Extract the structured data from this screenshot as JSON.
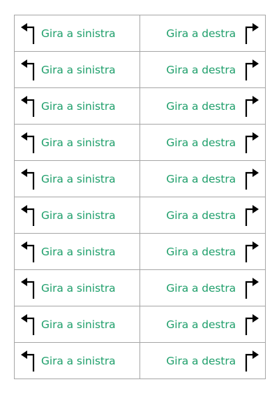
{
  "rows": [
    {
      "left": "Gira a sinistra",
      "right": "Gira a destra"
    },
    {
      "left": "Gira a sinistra",
      "right": "Gira a destra"
    },
    {
      "left": "Gira a sinistra",
      "right": "Gira a destra"
    },
    {
      "left": "Gira a sinistra",
      "right": "Gira a destra"
    },
    {
      "left": "Gira a sinistra",
      "right": "Gira a destra"
    },
    {
      "left": "Gira a sinistra",
      "right": "Gira a destra"
    },
    {
      "left": "Gira a sinistra",
      "right": "Gira a destra"
    },
    {
      "left": "Gira a sinistra",
      "right": "Gira a destra"
    },
    {
      "left": "Gira a sinistra",
      "right": "Gira a destra"
    },
    {
      "left": "Gira a sinistra",
      "right": "Gira a destra"
    }
  ],
  "icons": {
    "left": "turn-left-arrow-icon",
    "right": "turn-right-arrow-icon"
  },
  "colors": {
    "text": "#1f9f6b",
    "grid": "#a6a6a6",
    "arrow": "#000000"
  }
}
